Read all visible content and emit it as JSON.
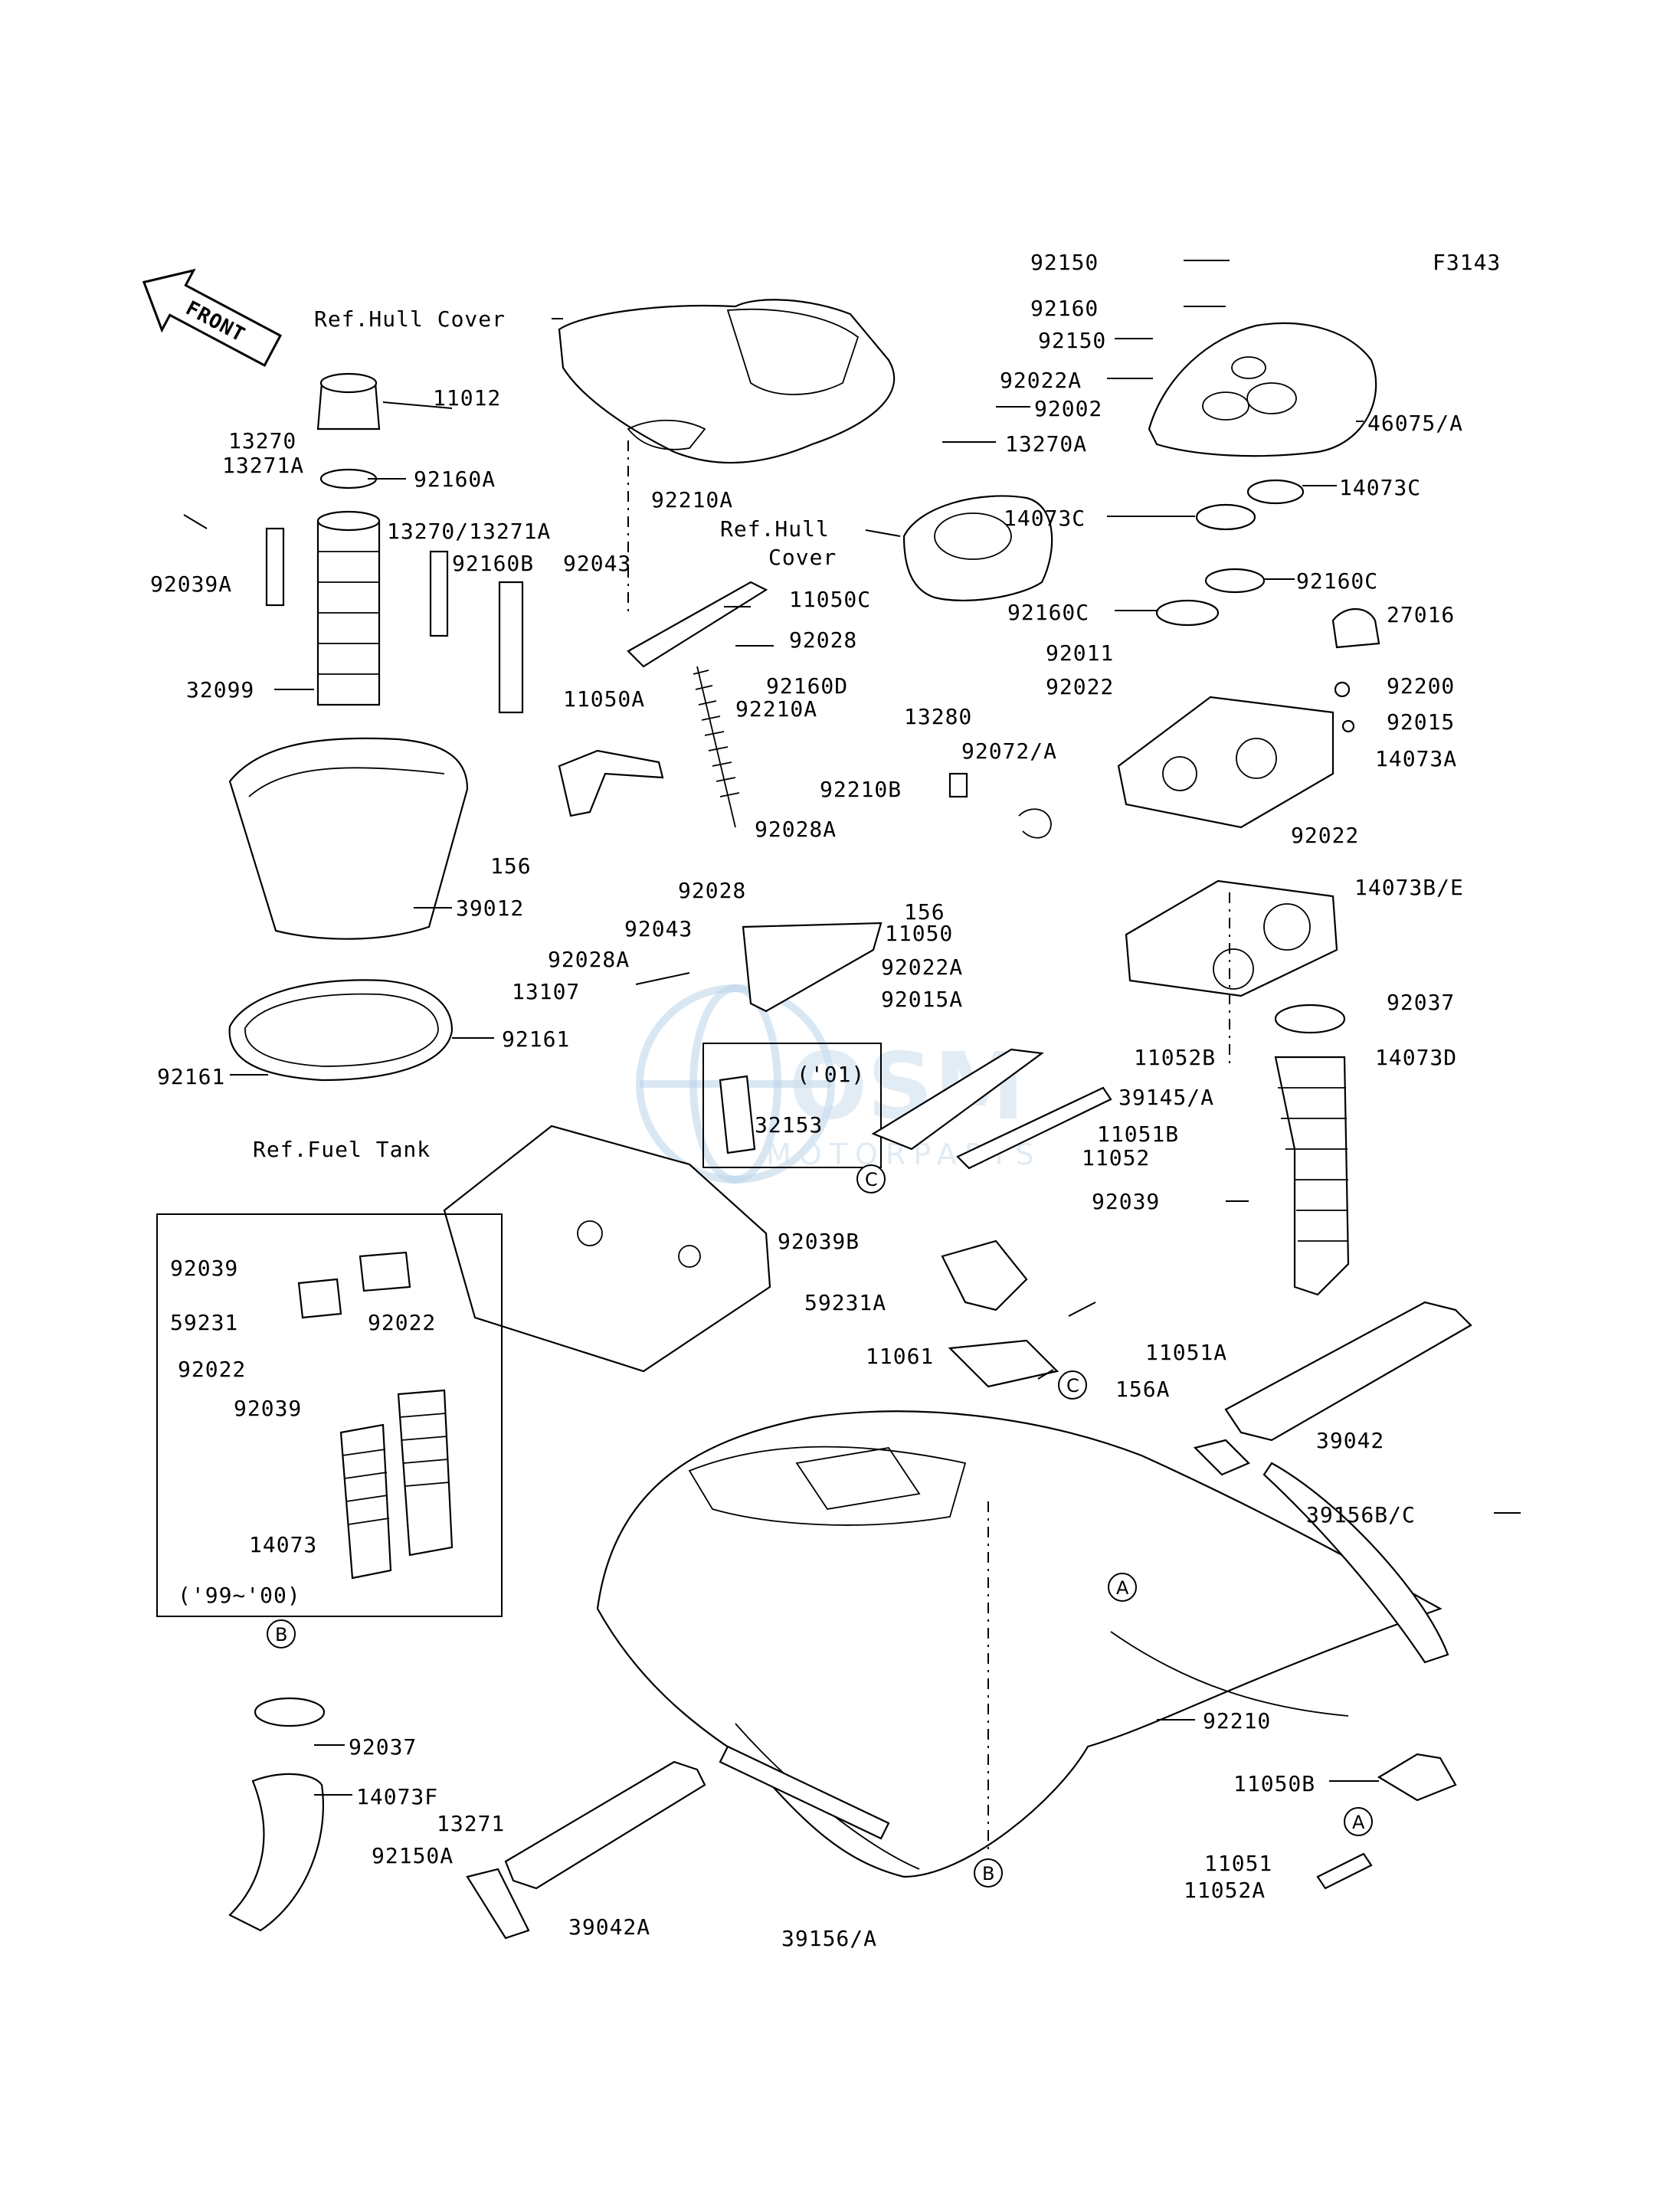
{
  "figure_code": "F3143",
  "front_label": "FRONT",
  "watermark": {
    "brand": "OSM",
    "sub": "MOTORPARTS"
  },
  "references": {
    "hull_cover_top": "Ref.Hull Cover",
    "hull_cover_mid_line1": "Ref.Hull",
    "hull_cover_mid_line2": "Cover",
    "fuel_tank": "Ref.Fuel Tank"
  },
  "boxes": {
    "y01": {
      "label": "('01)",
      "part": "32153"
    },
    "y99_00": {
      "label": "('99~'00)"
    }
  },
  "labels": {
    "p92150_top": "92150",
    "p92160": "92160",
    "p92150_mid": "92150",
    "p92022A_top": "92022A",
    "p92002": "92002",
    "p46075A": "46075/A",
    "p13270A": "13270A",
    "p14073C_r": "14073C",
    "p14073C_l": "14073C",
    "p92160C_r": "92160C",
    "p92160C_l": "92160C",
    "p27016": "27016",
    "p92011": "92011",
    "p92022_mid": "92022",
    "p92200": "92200",
    "p92015": "92015",
    "p14073A": "14073A",
    "p92022_r": "92022",
    "p14073BE": "14073B/E",
    "p92037_r": "92037",
    "p14073D": "14073D",
    "p11012": "11012",
    "p13270": "13270",
    "p13271A": "13271A",
    "p92160A": "92160A",
    "p92039A": "92039A",
    "p13270_13271A": "13270/13271A",
    "p92160B": "92160B",
    "p92043_top": "92043",
    "p32099": "32099",
    "p92210A_top": "92210A",
    "p11050C": "11050C",
    "p92028_top": "92028",
    "p92160D": "92160D",
    "p92210A_mid": "92210A",
    "p11050A": "11050A",
    "p13280": "13280",
    "p92210B": "92210B",
    "p92072A": "92072/A",
    "p156_l": "156",
    "p39012": "39012",
    "p92028A": "92028A",
    "p92028_mid": "92028",
    "p156_r": "156",
    "p92043_mid": "92043",
    "p11050": "11050",
    "p92028A_l": "92028A",
    "p92022A": "92022A",
    "p13107": "13107",
    "p92015A": "92015A",
    "p92161_r": "92161",
    "p92161_l": "92161",
    "p11052B": "11052B",
    "p39145A": "39145/A",
    "p11051B": "11051B",
    "p11052": "11052",
    "p92039_r": "92039",
    "p92039B": "92039B",
    "p59231A": "59231A",
    "p11061": "11061",
    "p11051A": "11051A",
    "p156A": "156A",
    "p39042": "39042",
    "p39156BC": "39156B/C",
    "p92039_box": "92039",
    "p59231": "59231",
    "p92022_box_r": "92022",
    "p92022_box_l": "92022",
    "p92039_box2": "92039",
    "p14073": "14073",
    "p92210": "92210",
    "p92037_l": "92037",
    "p14073F": "14073F",
    "p13271": "13271",
    "p92150A": "92150A",
    "p39042A": "39042A",
    "p39156A": "39156/A",
    "p11050B": "11050B",
    "p11051": "11051",
    "p11052A": "11052A"
  },
  "callouts": {
    "A": "A",
    "B": "B",
    "C": "C"
  }
}
